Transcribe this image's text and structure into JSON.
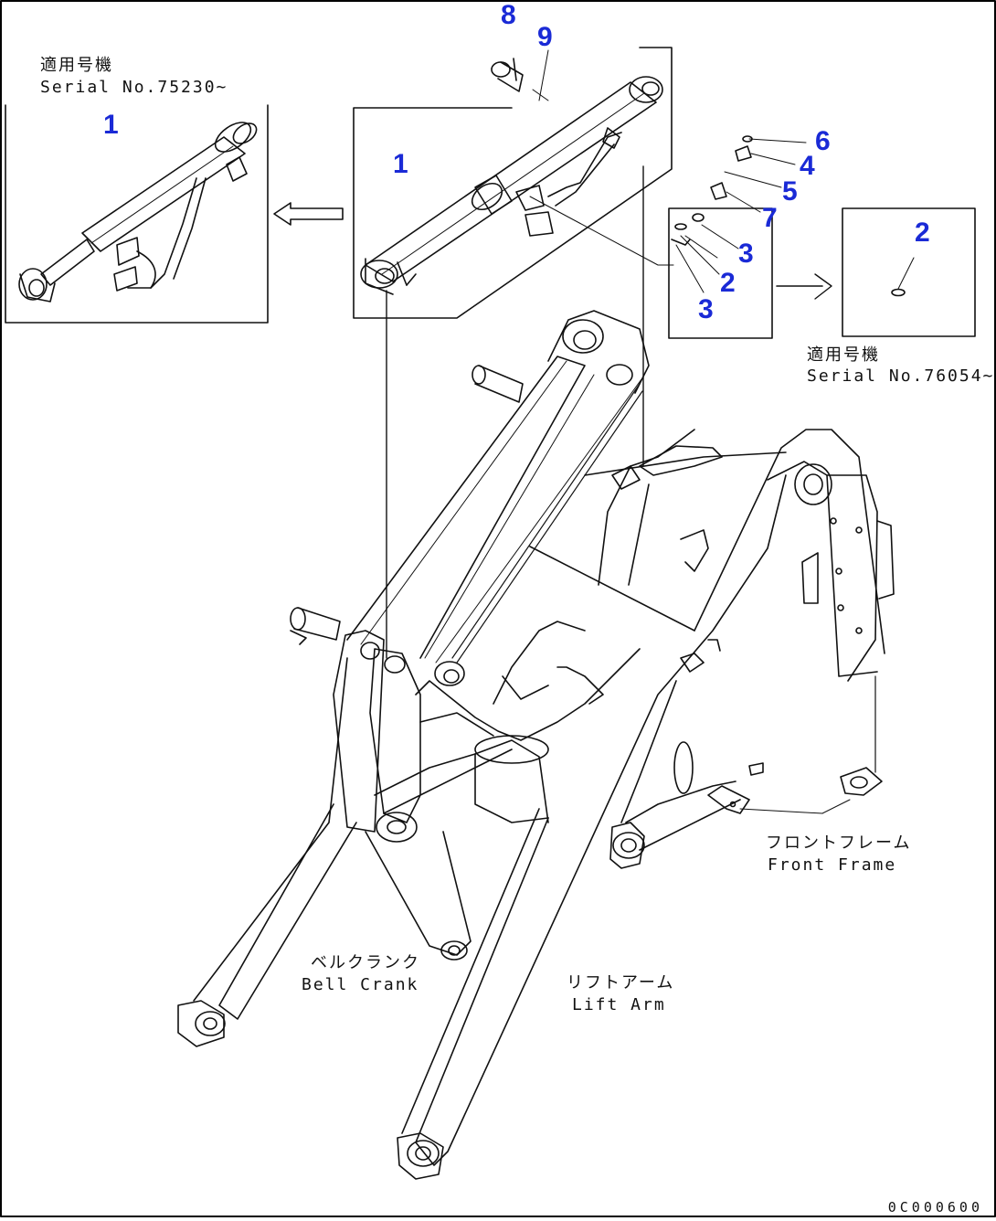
{
  "diagram": {
    "callouts": {
      "inset_cyl": "1",
      "main_cyl": "1",
      "c8": "8",
      "c9": "9",
      "c6": "6",
      "c4": "4",
      "c5": "5",
      "c7": "7",
      "c3a": "3",
      "c2a": "2",
      "c3b": "3",
      "c2b": "2"
    },
    "inset_left": {
      "applicable_jp": "適用号機",
      "serial": "Serial No.75230~"
    },
    "inset_right": {
      "applicable_jp": "適用号機",
      "serial": "Serial No.76054~"
    },
    "labels": {
      "front_frame_jp": "フロントフレーム",
      "front_frame_en": "Front Frame",
      "bell_crank_jp": "ベルクランク",
      "bell_crank_en": "Bell Crank",
      "lift_arm_jp": "リフトアーム",
      "lift_arm_en": "Lift Arm"
    },
    "drawing_id": "0C000600"
  },
  "colors": {
    "callout": "#1a2ad6",
    "line": "#111111",
    "background": "#ffffff"
  }
}
